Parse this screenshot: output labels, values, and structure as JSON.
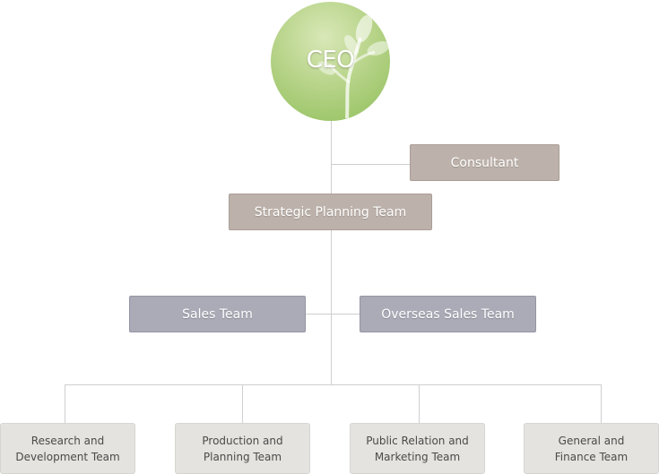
{
  "ceo": {
    "label": "CEO"
  },
  "consultant": {
    "label": "Consultant"
  },
  "strategic": {
    "label": "Strategic Planning Team"
  },
  "sales": {
    "label": "Sales Team"
  },
  "overseas": {
    "label": "Overseas Sales Team"
  },
  "teams": [
    {
      "label": "Research and Development Team"
    },
    {
      "label": "Production and Planning Team"
    },
    {
      "label": "Public Relation and Marketing Team"
    },
    {
      "label": "General and Finance Team"
    }
  ],
  "colors": {
    "ceo_green": "#a9cc78",
    "brown_box": "#bdb2ab",
    "blue_box": "#aaabb7",
    "grey_box": "#e4e3df",
    "connector": "#cfcfcf"
  }
}
